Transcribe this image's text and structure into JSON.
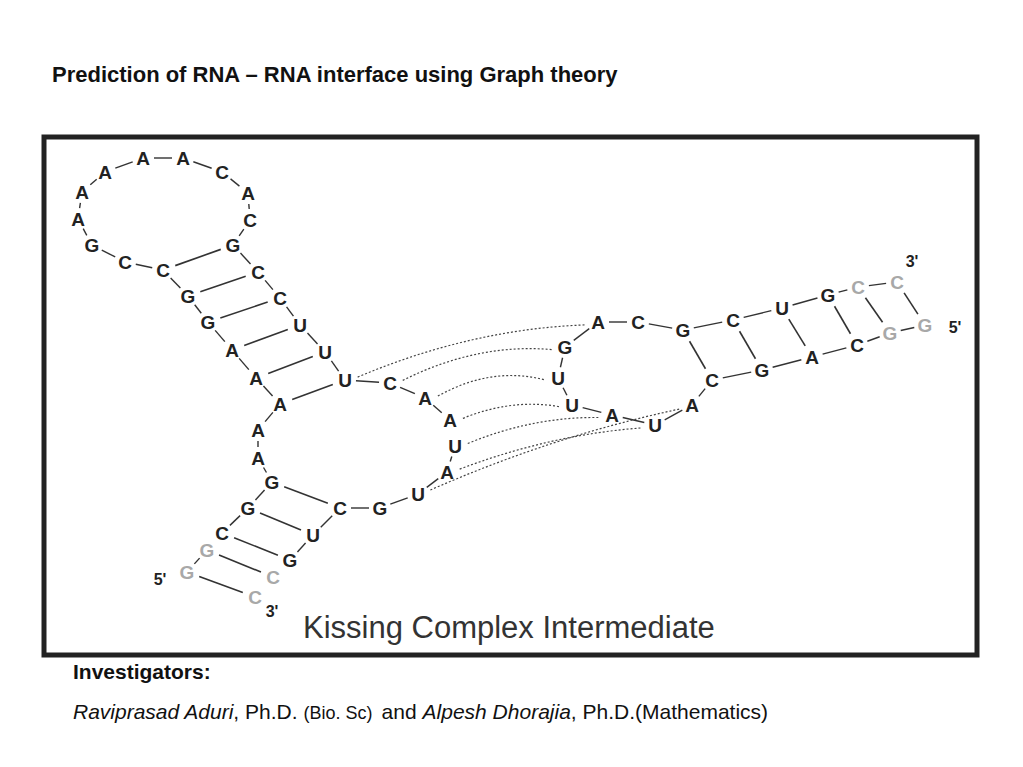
{
  "diagram": {
    "title": "Prediction of RNA – RNA interface using Graph theory",
    "caption": "Kissing Complex Intermediate",
    "labels": [
      "5'",
      "G",
      "G",
      "C",
      "G",
      "G",
      "A",
      "A",
      "A",
      "A",
      "A",
      "G",
      "G",
      "C",
      "C",
      "G",
      "A",
      "A",
      "A",
      "A",
      "A",
      "C",
      "A",
      "C",
      "G",
      "C",
      "C",
      "U",
      "U",
      "U",
      "C",
      "A",
      "A",
      "U",
      "A",
      "U",
      "G",
      "C",
      "U",
      "G",
      "C",
      "C",
      "3'",
      "5'",
      "G",
      "G",
      "C",
      "A",
      "G",
      "C",
      "A",
      "U",
      "A",
      "U",
      "U",
      "G",
      "A",
      "C",
      "G",
      "C",
      "U",
      "G",
      "C",
      "C",
      "3'",
      "Investigators:",
      "Raviprasad Aduri",
      ", Ph.D.",
      "(Bio. Sc)",
      "and",
      "Alpesh Dhorajia",
      ", Ph.D.(Mathematics)"
    ]
  }
}
